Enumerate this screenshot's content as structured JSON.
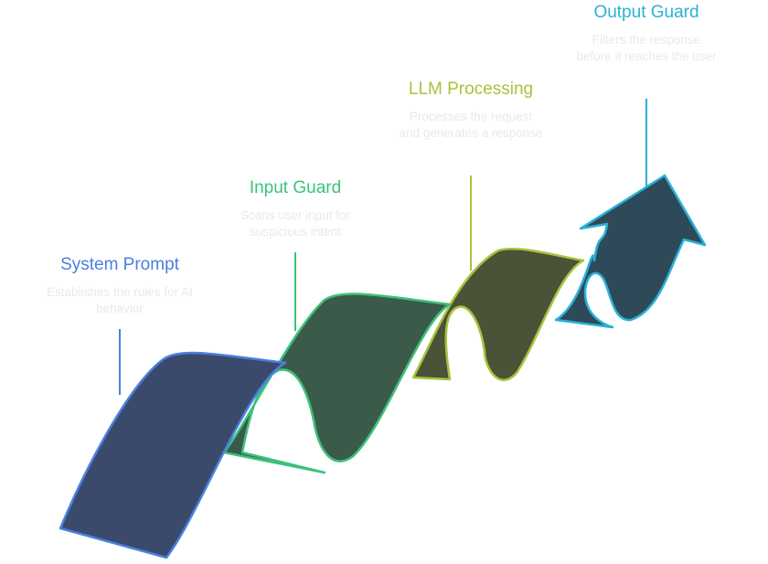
{
  "steps": [
    {
      "title": "System Prompt",
      "description": "Establishes the rules for AI behavior",
      "color": "#4a80e0",
      "fill": "#3b4a6b"
    },
    {
      "title": "Input Guard",
      "description": "Scans user input for suspicious intent",
      "color": "#3cc27a",
      "fill": "#3b5a4a"
    },
    {
      "title": "LLM Processing",
      "description": "Processes the request and generates a response",
      "color": "#a6c43a",
      "fill": "#4a5238"
    },
    {
      "title": "Output Guard",
      "description": "Filters the response before it reaches the user",
      "color": "#2ab0d8",
      "fill": "#2e4a58"
    }
  ]
}
